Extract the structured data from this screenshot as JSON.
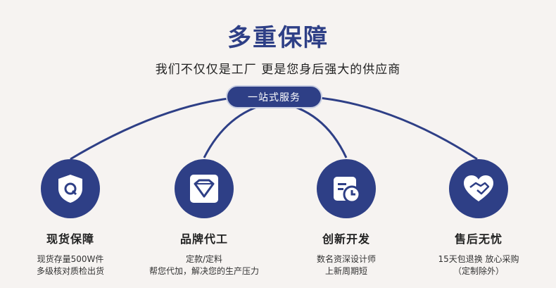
{
  "header": {
    "title": "多重保障",
    "subtitle": "我们不仅仅是工厂 更是您身后强大的供应商"
  },
  "center_pill": {
    "label": "一站式服务"
  },
  "features": [
    {
      "icon": "shield-q-icon",
      "title": "现货保障",
      "line1": "现货存量500W件",
      "line2": "多级核对质检出货"
    },
    {
      "icon": "diamond-icon",
      "title": "品牌代工",
      "line1": "定款/定料",
      "line2": "帮您代加，解决您的生产压力"
    },
    {
      "icon": "calendar-clock-icon",
      "title": "创新开发",
      "line1": "数名资深设计师",
      "line2": "上新周期短"
    },
    {
      "icon": "heart-handshake-icon",
      "title": "售后无忧",
      "line1": "15天包退换 放心采购",
      "line2": "（定制除外）"
    }
  ],
  "colors": {
    "primary": "#2e3f86",
    "background": "#f6f3f1"
  }
}
